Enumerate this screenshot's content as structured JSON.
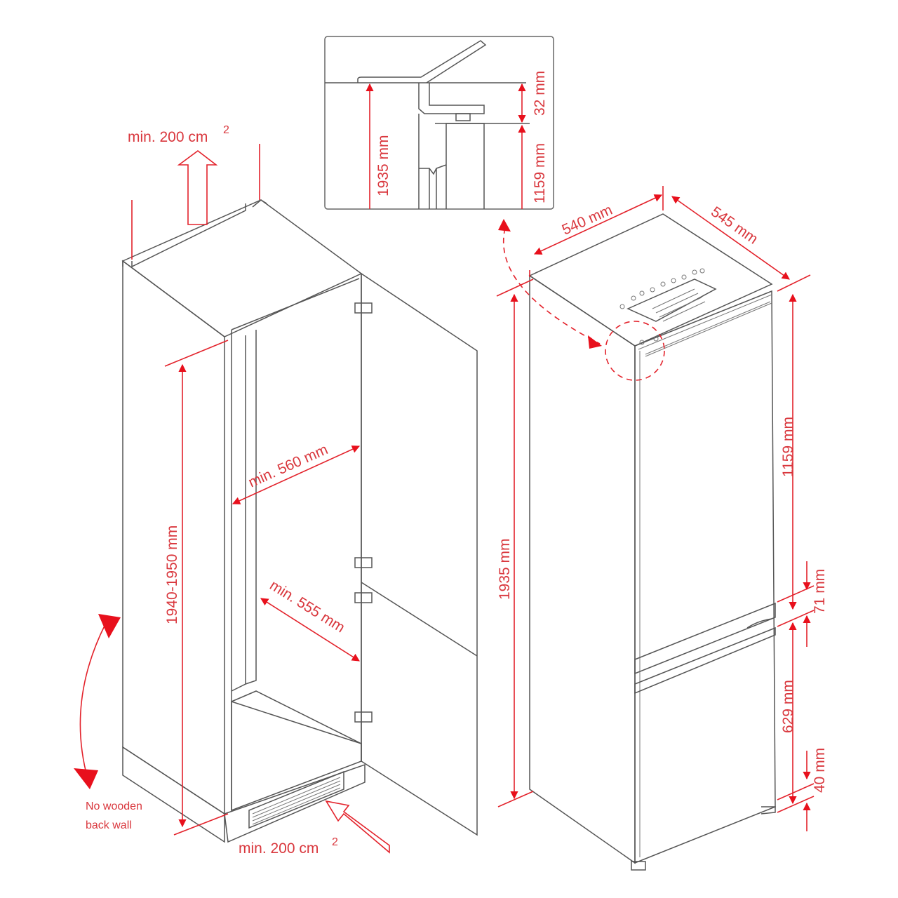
{
  "colors": {
    "dimension": "#e3222b",
    "outline": "#555555"
  },
  "left_cabinet": {
    "top_vent": "min. 200 cm",
    "top_vent_sup": "2",
    "height": "1940-1950 mm",
    "width": "min. 560 mm",
    "depth": "min. 555 mm",
    "note_line1": "No wooden",
    "note_line2": "back wall",
    "bottom_vent": "min. 200 cm",
    "bottom_vent_sup": "2"
  },
  "inset": {
    "total_height": "1935 mm",
    "gap": "32 mm",
    "upper_height": "1159 mm"
  },
  "fridge": {
    "width": "540 mm",
    "depth": "545 mm",
    "height": "1935 mm",
    "upper_door": "1159 mm",
    "door_gap": "71 mm",
    "lower_door": "629 mm",
    "bottom_gap": "40 mm"
  }
}
